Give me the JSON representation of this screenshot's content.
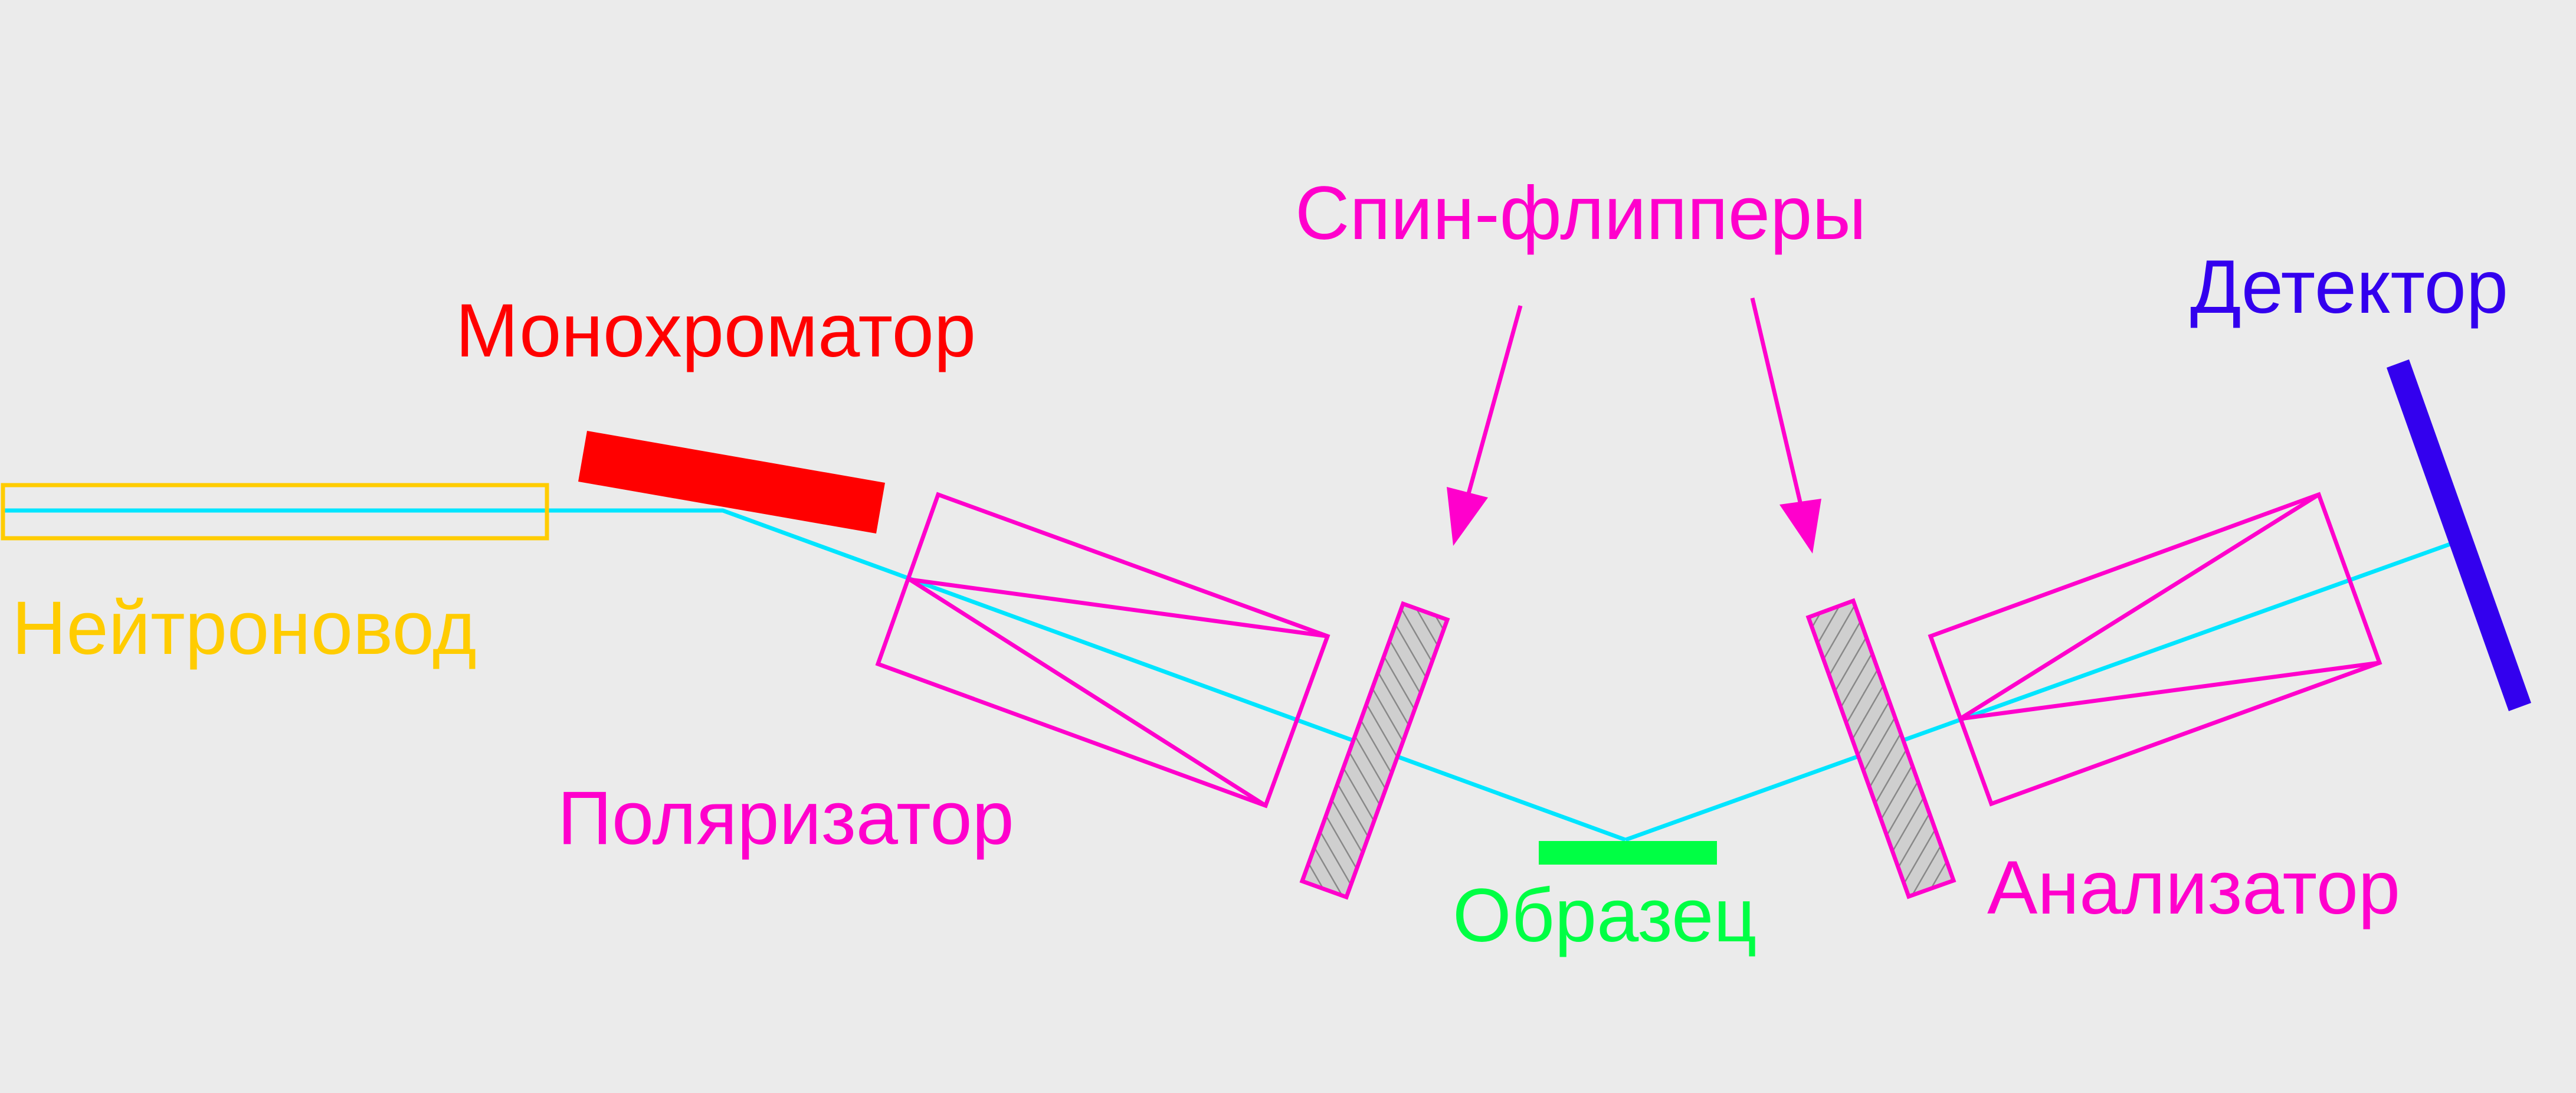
{
  "labels": {
    "waveguide": "Нейтроновод",
    "monochromator": "Монохроматор",
    "polarizer": "Поляризатор",
    "spin_flippers": "Спин-флипперы",
    "sample": "Образец",
    "analyzer": "Анализатор",
    "detector": "Детектор"
  },
  "colors": {
    "background": "#ebebeb",
    "waveguide": "#ffcc00",
    "monochromator": "#ff0000",
    "polarizing_optics": "#ff00cc",
    "sample": "#00ff44",
    "detector": "#3300ee",
    "beam": "#00e5ff",
    "hatch": "#888888"
  }
}
